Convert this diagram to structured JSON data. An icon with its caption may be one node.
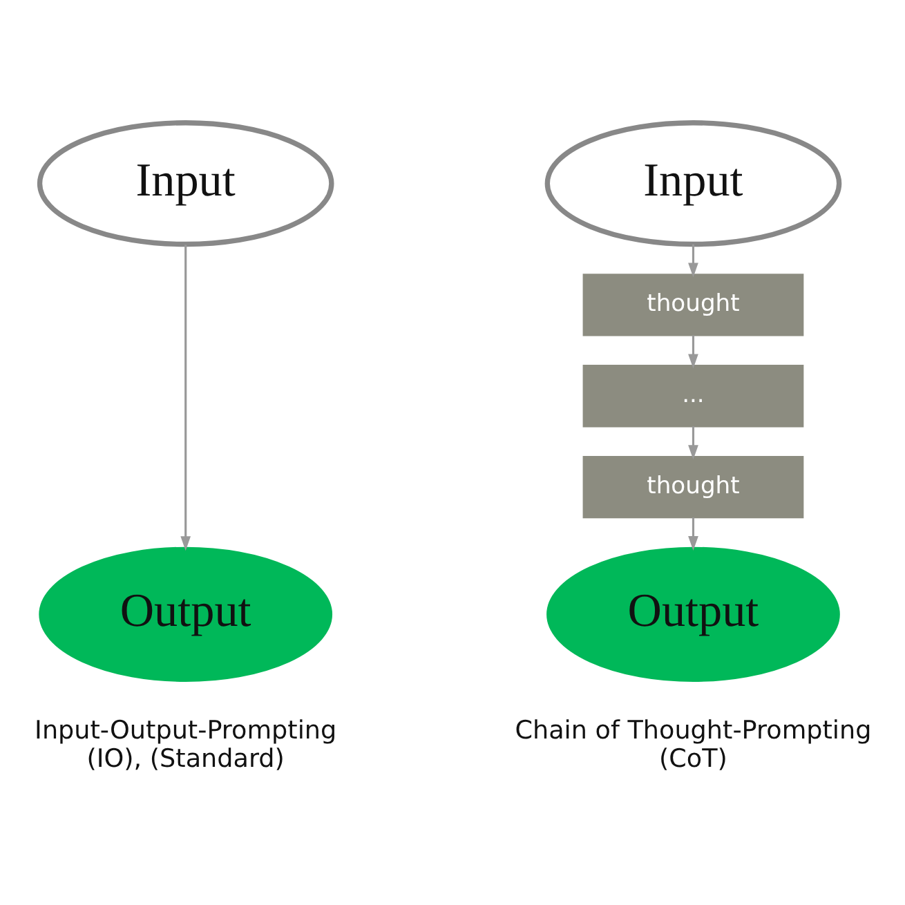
{
  "diagram": {
    "nodes": [
      {
        "text": [
          "Input"
        ]
      },
      {
        "text": [
          "Output"
        ]
      },
      {
        "text": [
          "Input"
        ]
      },
      {
        "text": [
          "thought"
        ]
      },
      {
        "text": [
          "..."
        ]
      },
      {
        "text": [
          "thought"
        ]
      },
      {
        "text": [
          "Output"
        ]
      }
    ],
    "edges": [
      {
        "from": 0,
        "to": 1,
        "arrow": "to"
      },
      {
        "from": 2,
        "to": 3,
        "arrow": "to"
      },
      {
        "from": 3,
        "to": 4,
        "arrow": "to"
      },
      {
        "from": 4,
        "to": 5,
        "arrow": "to"
      },
      {
        "from": 5,
        "to": 6,
        "arrow": "to"
      }
    ],
    "labels": [
      "Input-Output-Prompting (IO), (Standard)",
      "Chain of Thought-Prompting (CoT)"
    ]
  }
}
